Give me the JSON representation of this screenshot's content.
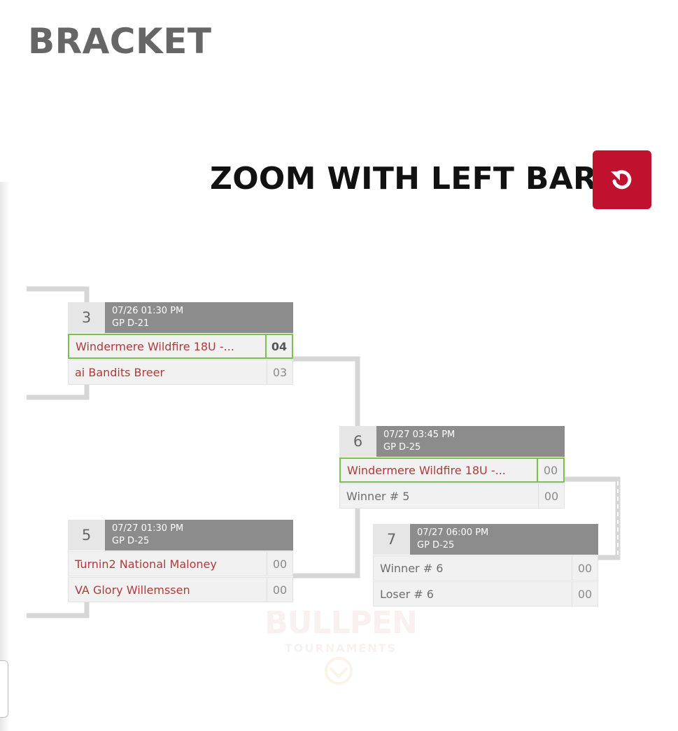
{
  "page": {
    "title": "BRACKET",
    "zoom_hint": "ZOOM WITH LEFT BAR",
    "reset_icon": "rotate-ccw-icon"
  },
  "colors": {
    "accent": "#c0122f",
    "winner_border": "#7bbf4e",
    "header_bg": "#8c8c8c",
    "team_text": "#b03a3a"
  },
  "matches": {
    "m3": {
      "number": "3",
      "date": "07/26 01:30 PM",
      "field": "GP D-21",
      "teams": [
        {
          "name": "Windermere Wildfire 18U -...",
          "score": "04",
          "winner": true
        },
        {
          "name": "ai Bandits Breer",
          "score": "03",
          "winner": false
        }
      ]
    },
    "m5": {
      "number": "5",
      "date": "07/27 01:30 PM",
      "field": "GP D-25",
      "teams": [
        {
          "name": "Turnin2 National Maloney",
          "score": "00",
          "winner": false
        },
        {
          "name": "VA Glory Willemssen",
          "score": "00",
          "winner": false
        }
      ]
    },
    "m6": {
      "number": "6",
      "date": "07/27 03:45 PM",
      "field": "GP D-25",
      "teams": [
        {
          "name": "Windermere Wildfire 18U -...",
          "score": "00",
          "winner": true
        },
        {
          "name": "Winner # 5",
          "score": "00",
          "winner": false
        }
      ]
    },
    "m7": {
      "number": "7",
      "date": "07/27 06:00 PM",
      "field": "GP D-25",
      "teams": [
        {
          "name": "Winner # 6",
          "score": "00",
          "winner": false
        },
        {
          "name": "Loser # 6",
          "score": "00",
          "winner": false
        }
      ]
    }
  },
  "watermark": {
    "line1": "BULLPEN",
    "line2": "TOURNAMENTS"
  }
}
